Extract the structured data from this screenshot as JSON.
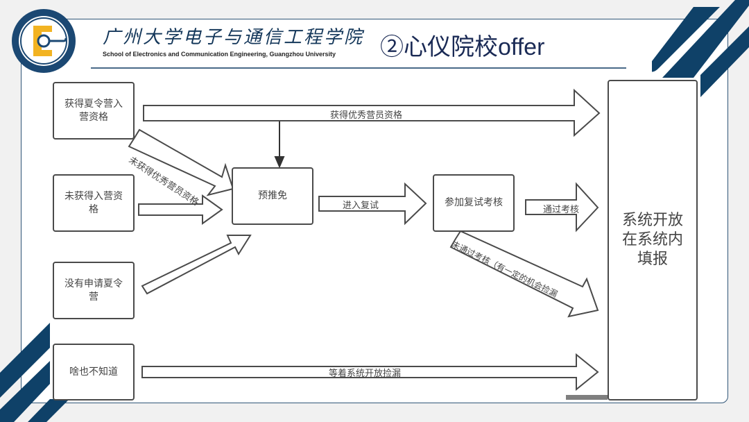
{
  "header": {
    "institution_cn": "广州大学电子与通信工程学院",
    "institution_en": "School of Electronics and Communication Engineering, Guangzhou University",
    "logo_icon": "university-emblem-icon",
    "slide_title": "②心仪院校offer"
  },
  "diagram": {
    "nodes": {
      "summer_camp_admitted": "获得夏令营入营资格",
      "summer_camp_not_admitted": "未获得入营资格",
      "no_summer_camp_application": "没有申请夏令营",
      "unaware": "啥也不知道",
      "pre_recommendation": "预推免",
      "retest": "参加复试考核",
      "system_fill": "系统开放在系统内填报"
    },
    "node_lines": {
      "summer_camp_admitted": [
        "获得夏令营入",
        "营资格"
      ],
      "summer_camp_not_admitted": [
        "未获得入营资",
        "格"
      ],
      "no_summer_camp_application": [
        "没有申请夏令",
        "营"
      ],
      "unaware": [
        "啥也不知道"
      ],
      "pre_recommendation": [
        "预推免"
      ],
      "retest": [
        "参加复试考核"
      ],
      "system_fill": [
        "系统开放",
        "在系统内",
        "填报"
      ]
    },
    "edges": {
      "excellent_camper": "获得优秀营员资格",
      "not_excellent_camper": "未获得优秀营员资格",
      "enter_retest": "进入复试",
      "pass_assessment": "通过考核",
      "fail_assessment": "未通过考核（有一定的机会捡漏",
      "wait_for_system": "等着系统开放捡漏"
    }
  }
}
